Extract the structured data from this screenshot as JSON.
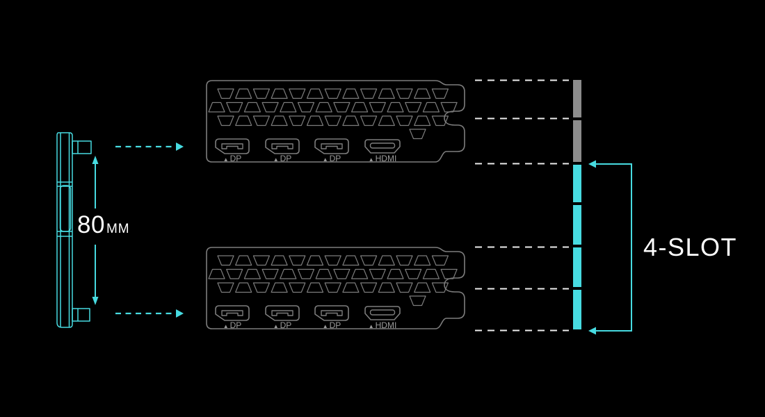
{
  "colors": {
    "background": "#000000",
    "accent": "#47dbe1",
    "bracket_outline": "#7d7d7d",
    "slot_gray": "#8c8c8c",
    "dash_white": "#ededed",
    "label_gray": "#9a9a9a",
    "text": "#ffffff"
  },
  "dimension": {
    "value": "80",
    "unit": "MM"
  },
  "slot_annotation": {
    "label": "4-SLOT",
    "gray_segments": 2,
    "cyan_segments": 4
  },
  "gpu_bracket": {
    "label_prefix": "▲",
    "ports": [
      {
        "type": "displayport",
        "label": "DP"
      },
      {
        "type": "displayport",
        "label": "DP"
      },
      {
        "type": "displayport",
        "label": "DP"
      },
      {
        "type": "hdmi",
        "label": "HDMI"
      }
    ]
  }
}
